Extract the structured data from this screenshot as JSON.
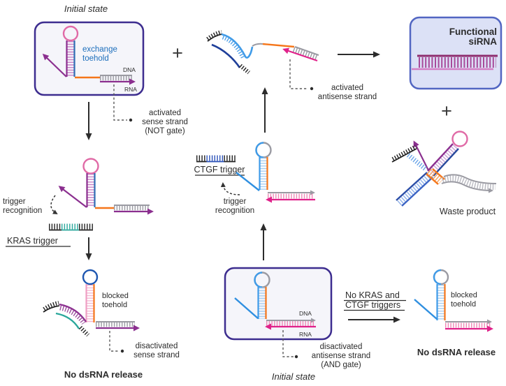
{
  "title": "Trigger-activated siRNA logic-gate mechanism diagram",
  "colors": {
    "purple_strand": "#8b2f8f",
    "pink_hairpin_loop": "#e06aa6",
    "steel_blue_toehold": "#2e6db4",
    "bright_blue_strand": "#3f9be8",
    "navy_strand": "#1f3f9a",
    "teal_kras_trigger": "#2aa79b",
    "blue_ctgf_trigger": "#2a51b8",
    "orange_linker": "#f5761a",
    "magenta_rna": "#e0218a",
    "gray_dna": "#9a9aa2",
    "state_box_border": "#3d2d8f",
    "state_box_fill": "#f5f5fa",
    "sirna_box_border": "#5266c2",
    "sirna_box_fill": "#dce1f6",
    "text": "#2c2c2c",
    "blue_text": "#1d6fbc"
  },
  "labels": {
    "initial_state_top_left": "Initial state",
    "exchange_toehold": [
      "exchange",
      "toehold"
    ],
    "dna_top": "DNA",
    "rna_top": "RNA",
    "activated_sense": [
      "activated",
      "sense strand",
      "(NOT gate)"
    ],
    "trigger_recognition_left": [
      "trigger",
      "recognition"
    ],
    "kras_trigger": "KRAS trigger",
    "blocked_toehold_left": [
      "blocked",
      "toehold"
    ],
    "disactivated_sense": [
      "disactivated",
      "sense strand"
    ],
    "no_dsrna_left": "No dsRNA release",
    "plus": "+",
    "ctgf_trigger": "CTGF trigger",
    "trigger_recognition_mid": [
      "trigger",
      "recognition"
    ],
    "activated_antisense": [
      "activated",
      "antisense strand"
    ],
    "functional_sirna": [
      "Functional",
      "siRNA"
    ],
    "waste_product": "Waste product",
    "initial_state_bottom": "Initial state",
    "dna_bottom": "DNA",
    "rna_bottom": "RNA",
    "disactivated_antisense": [
      "disactivated",
      "antisense strand",
      "(AND gate)"
    ],
    "no_kras_ctgf": [
      "No KRAS and",
      "CTGF triggers"
    ],
    "blocked_toehold_right": [
      "blocked",
      "toehold"
    ],
    "no_dsrna_right": "No dsRNA release"
  }
}
